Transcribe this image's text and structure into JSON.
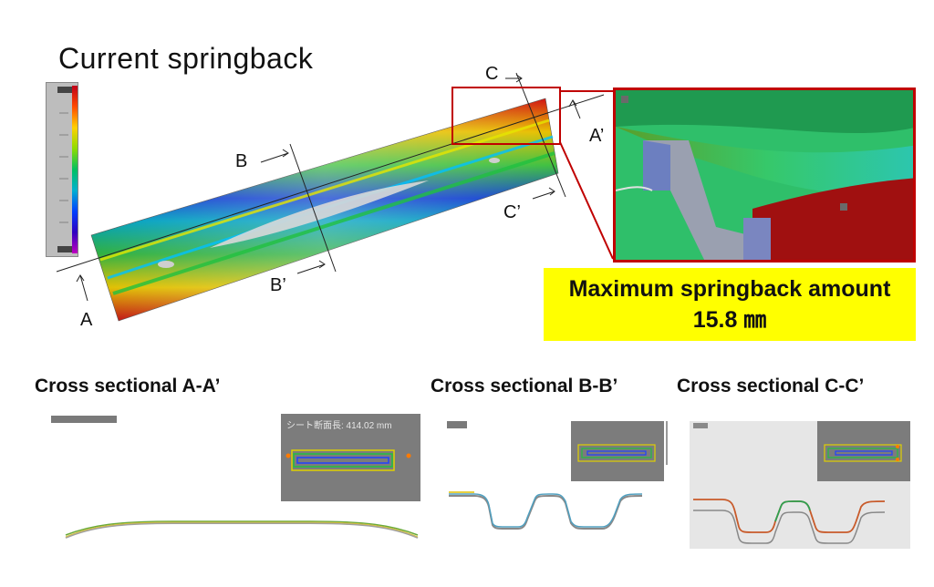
{
  "title": "Current springback",
  "section_labels": {
    "A": "A",
    "A_prime": "A’",
    "B": "B",
    "B_prime": "B’",
    "C": "C",
    "C_prime": "C’"
  },
  "max_box": {
    "line1": "Maximum springback amount",
    "line2": "15.8 ㎜"
  },
  "cross_sections": [
    {
      "title": "Cross sectional A-A’",
      "inset_label": "シート断面長: 414.02 mm"
    },
    {
      "title": "Cross sectional B-B’",
      "inset_label": ""
    },
    {
      "title": "Cross sectional C-C’",
      "inset_label": ""
    }
  ],
  "colors": {
    "highlight_box": "#ffff00",
    "zoom_border": "#c00000",
    "panel_gray": "#7c7c7c"
  },
  "icons": [
    "arrow-icon"
  ]
}
